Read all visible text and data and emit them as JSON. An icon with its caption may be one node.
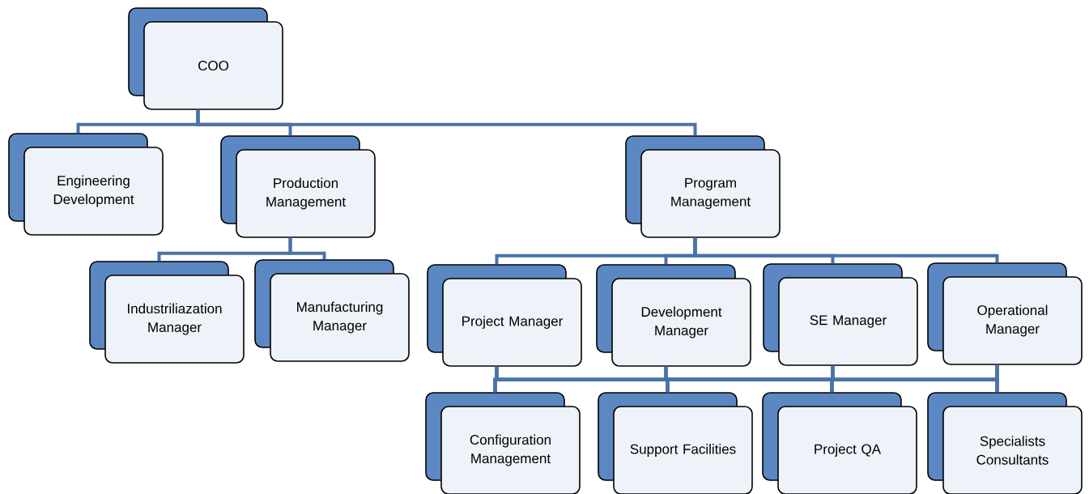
{
  "diagram": {
    "nodes": [
      {
        "text": [
          "COO"
        ]
      },
      {
        "text": [
          "Engineering Development"
        ]
      },
      {
        "text": [
          "Production Management"
        ]
      },
      {
        "text": [
          "Program Management"
        ]
      },
      {
        "text": [
          "Industriliazation Manager"
        ]
      },
      {
        "text": [
          "Manufacturing Manager"
        ]
      },
      {
        "text": [
          "Project Manager"
        ]
      },
      {
        "text": [
          "Development Manager"
        ]
      },
      {
        "text": [
          "SE Manager"
        ]
      },
      {
        "text": [
          "Operational Manager"
        ]
      },
      {
        "text": [
          "Configuration Management"
        ]
      },
      {
        "text": [
          "Support Facilities"
        ]
      },
      {
        "text": [
          "Project QA"
        ]
      },
      {
        "text": [
          "Specialists Consultants"
        ]
      }
    ],
    "edges": [
      {
        "from": 0,
        "to": 1,
        "arrow": "none"
      },
      {
        "from": 0,
        "to": 2,
        "arrow": "none"
      },
      {
        "from": 0,
        "to": 3,
        "arrow": "none"
      },
      {
        "from": 2,
        "to": 4,
        "arrow": "none"
      },
      {
        "from": 2,
        "to": 5,
        "arrow": "none"
      },
      {
        "from": 3,
        "to": 6,
        "arrow": "none"
      },
      {
        "from": 3,
        "to": 7,
        "arrow": "none"
      },
      {
        "from": 3,
        "to": 8,
        "arrow": "none"
      },
      {
        "from": 3,
        "to": 9,
        "arrow": "none"
      },
      {
        "from": 6,
        "to": 10,
        "arrow": "none"
      },
      {
        "from": 6,
        "to": 11,
        "arrow": "none"
      },
      {
        "from": 6,
        "to": 12,
        "arrow": "none"
      },
      {
        "from": 6,
        "to": 13,
        "arrow": "none"
      },
      {
        "from": 7,
        "to": 10,
        "arrow": "none"
      },
      {
        "from": 7,
        "to": 11,
        "arrow": "none"
      },
      {
        "from": 7,
        "to": 12,
        "arrow": "none"
      },
      {
        "from": 7,
        "to": 13,
        "arrow": "none"
      },
      {
        "from": 8,
        "to": 10,
        "arrow": "none"
      },
      {
        "from": 8,
        "to": 11,
        "arrow": "none"
      },
      {
        "from": 8,
        "to": 12,
        "arrow": "none"
      },
      {
        "from": 8,
        "to": 13,
        "arrow": "none"
      },
      {
        "from": 9,
        "to": 10,
        "arrow": "none"
      },
      {
        "from": 9,
        "to": 11,
        "arrow": "none"
      },
      {
        "from": 9,
        "to": 12,
        "arrow": "none"
      },
      {
        "from": 9,
        "to": 13,
        "arrow": "none"
      }
    ]
  }
}
